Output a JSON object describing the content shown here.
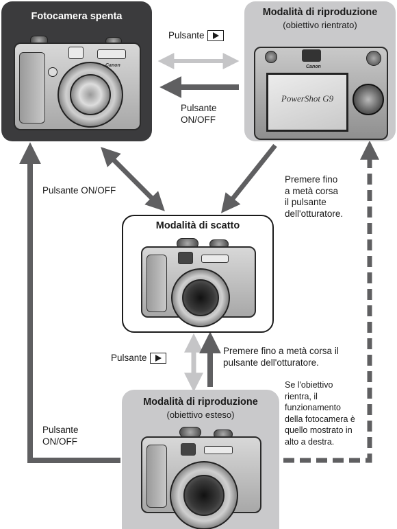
{
  "boxes": {
    "off": {
      "title": "Fotocamera spenta",
      "brand": "Canon"
    },
    "play_top": {
      "title": "Modalità di riproduzione",
      "subtitle": "(obiettivo rientrato)",
      "brand": "Canon",
      "screen_text": "PowerShot G9"
    },
    "shoot": {
      "title": "Modalità di scatto"
    },
    "play_bottom": {
      "title": "Modalità di riproduzione",
      "subtitle": "(obiettivo esteso)"
    }
  },
  "labels": {
    "pulsante_play_top": "Pulsante",
    "pulsante_onoff_top_1": "Pulsante",
    "pulsante_onoff_top_2": "ON/OFF",
    "pulsante_onoff_left": "Pulsante ON/OFF",
    "premere_right_1": "Premere fino",
    "premere_right_2": "a metà corsa",
    "premere_right_3": "il pulsante",
    "premere_right_4": "dell'otturatore.",
    "pulsante_play_mid": "Pulsante",
    "premere_mid_1": "Premere fino a metà corsa il",
    "premere_mid_2": "pulsante dell'otturatore.",
    "note_1": "Se l'obiettivo",
    "note_2": "rientra, il",
    "note_3": "funzionamento",
    "note_4": "della fotocamera è",
    "note_5": "quello mostrato in",
    "note_6": "alto a destra.",
    "pulsante_onoff_bottom_1": "Pulsante",
    "pulsante_onoff_bottom_2": "ON/OFF"
  },
  "colors": {
    "dark_arrow": "#5f5f61",
    "light_arrow": "#c5c5c7",
    "box_dark": "#3b3b3d",
    "box_light": "#c9c9cb"
  },
  "icons": {
    "play_button": "play-button-icon"
  }
}
